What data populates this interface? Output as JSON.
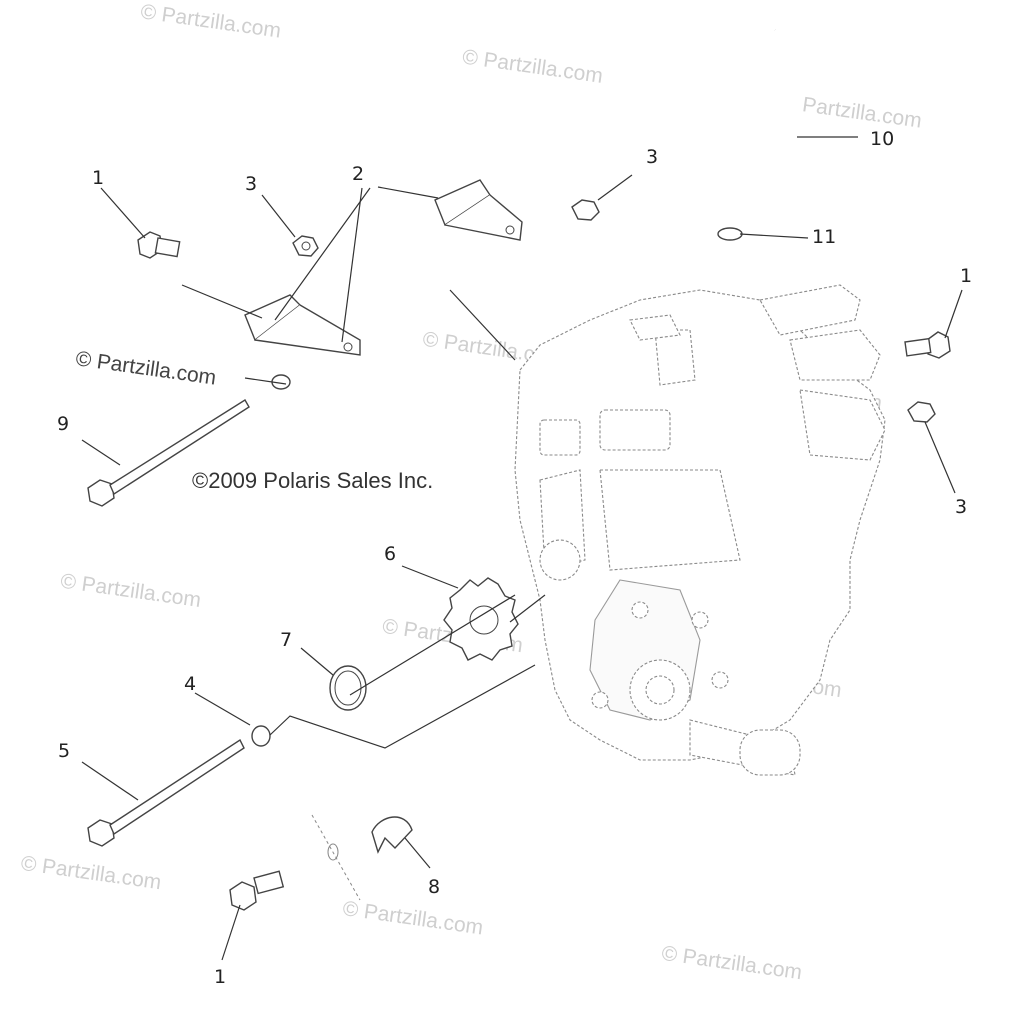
{
  "watermark": "© Partzilla.com",
  "copyright": "©2009 Polaris Sales Inc.",
  "stamp": "© Partzilla.com",
  "callouts": [
    {
      "id": "c1a",
      "label": "1"
    },
    {
      "id": "c3a",
      "label": "3"
    },
    {
      "id": "c2",
      "label": "2"
    },
    {
      "id": "c3b",
      "label": "3"
    },
    {
      "id": "c10",
      "label": "10"
    },
    {
      "id": "c11",
      "label": "11"
    },
    {
      "id": "c1b",
      "label": "1"
    },
    {
      "id": "c3c",
      "label": "3"
    },
    {
      "id": "c9",
      "label": "9"
    },
    {
      "id": "c6",
      "label": "6"
    },
    {
      "id": "c7",
      "label": "7"
    },
    {
      "id": "c4",
      "label": "4"
    },
    {
      "id": "c5",
      "label": "5"
    },
    {
      "id": "c8",
      "label": "8"
    },
    {
      "id": "c1c",
      "label": "1"
    }
  ]
}
